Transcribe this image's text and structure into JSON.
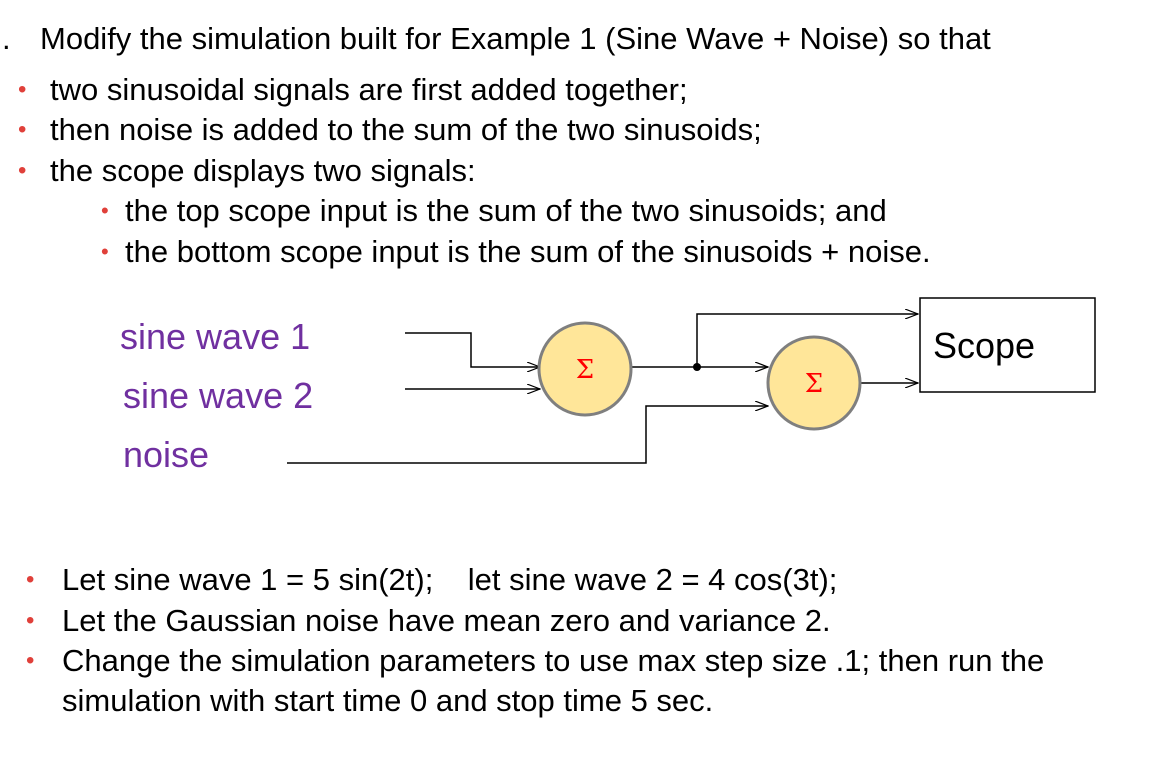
{
  "intro": {
    "marker": ".",
    "text": "Modify the simulation built for Example 1 (Sine Wave + Noise) so that"
  },
  "bullets": [
    "two sinusoidal signals are first added together;",
    "then noise is added to the sum of the two sinusoids;",
    "the scope displays two signals:"
  ],
  "sub_bullets": [
    "the top scope input is the sum of the two sinusoids; and",
    "the bottom scope input is the sum of the sinusoids + noise."
  ],
  "diagram": {
    "inputs": [
      "sine wave 1",
      "sine wave 2",
      "noise"
    ],
    "sum_symbol": "Σ",
    "scope_label": "Scope",
    "colors": {
      "input_label": "#7030a0",
      "sum_fill": "#ffe699",
      "sum_stroke": "#7f7f7f",
      "sigma": "#ff0000"
    }
  },
  "instructions": [
    "Let sine wave 1 = 5 sin(2t);    let sine wave 2 = 4 cos(3t);",
    "Let the Gaussian noise have mean zero and variance 2.",
    "Change the simulation parameters to use max step size .1; then run the",
    "simulation with start time 0 and stop time 5 sec."
  ],
  "colors": {
    "bullet": "#e0403a",
    "text": "#000000"
  }
}
